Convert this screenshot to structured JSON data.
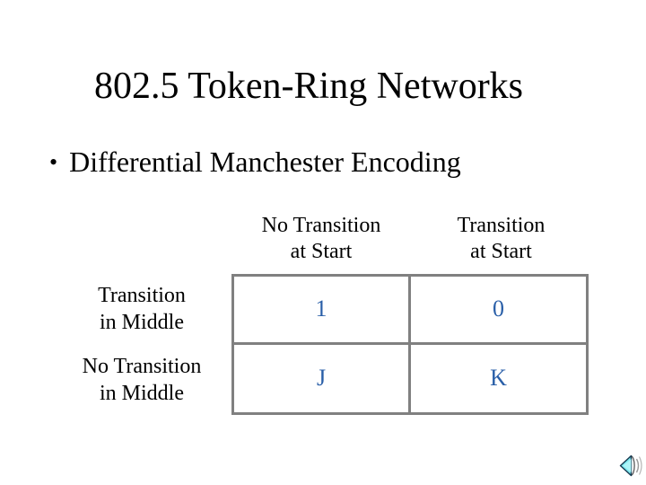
{
  "slide": {
    "title": "802.5 Token-Ring Networks",
    "bullet": {
      "marker": "•",
      "text": "Differential Manchester Encoding"
    },
    "table": {
      "col_headers": [
        {
          "line1": "No Transition",
          "line2": "at Start"
        },
        {
          "line1": "Transition",
          "line2": "at Start"
        }
      ],
      "row_headers": [
        {
          "line1": "Transition",
          "line2": "in Middle"
        },
        {
          "line1": "No Transition",
          "line2": "in Middle"
        }
      ],
      "cells": [
        [
          "1",
          "0"
        ],
        [
          "J",
          "K"
        ]
      ]
    },
    "colors": {
      "background": "#ffffff",
      "text": "#000000",
      "cell_text": "#2a5fa8",
      "grid_border": "#808080",
      "speaker_fill": "#7fe9f0",
      "speaker_wave": "#9a9a9a"
    },
    "icons": {
      "speaker": "speaker-icon"
    }
  }
}
